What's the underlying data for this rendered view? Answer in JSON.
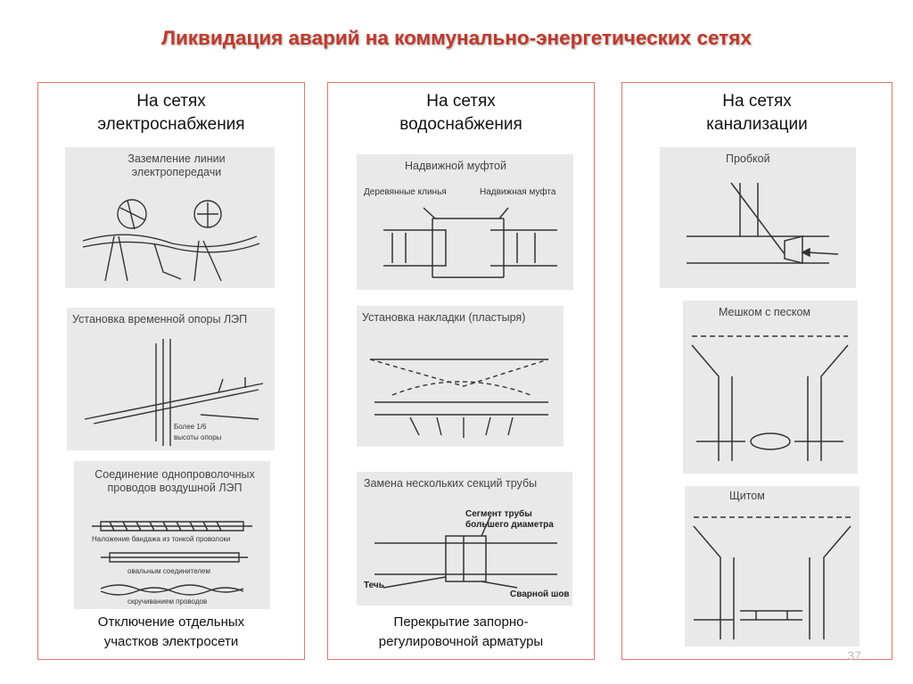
{
  "title": "Ликвидация аварий на коммунально-энергетических сетях",
  "columns": [
    {
      "heading_line1": "На сетях",
      "heading_line2": "электроснабжения",
      "panels": [
        {
          "label_line1": "Заземление линии",
          "label_line2": "электропередачи"
        },
        {
          "label": "Установка временной опоры ЛЭП",
          "note_line1": "Более 1/6",
          "note_line2": "высоты опоры"
        },
        {
          "label_line1": "Соединение однопроволочных",
          "label_line2": "проводов воздушной ЛЭП",
          "sub1": "Наложение бандажа из тонкой проволоки",
          "sub2": "овальным соединителем",
          "sub3": "скручиванием проводов"
        }
      ],
      "footer_line1": "Отключение отдельных",
      "footer_line2": "участков электросети"
    },
    {
      "heading_line1": "На сетях",
      "heading_line2": "водоснабжения",
      "panels": [
        {
          "label": "Надвижной муфтой",
          "sub1": "Деревянные клинья",
          "sub2": "Надвижная муфта"
        },
        {
          "label": "Установка накладки (пластыря)"
        },
        {
          "label": "Замена нескольких секций трубы",
          "sub1_line1": "Сегмент трубы",
          "sub1_line2": "большего диаметра",
          "sub2": "Течь",
          "sub3": "Сварной шов"
        }
      ],
      "footer_line1": "Перекрытие запорно-",
      "footer_line2": "регулировочной арматуры"
    },
    {
      "heading_line1": "На сетях",
      "heading_line2": "канализации",
      "panels": [
        {
          "label": "Пробкой"
        },
        {
          "label": "Мешком с песком"
        },
        {
          "label": "Щитом"
        }
      ]
    }
  ],
  "page_number": "37"
}
